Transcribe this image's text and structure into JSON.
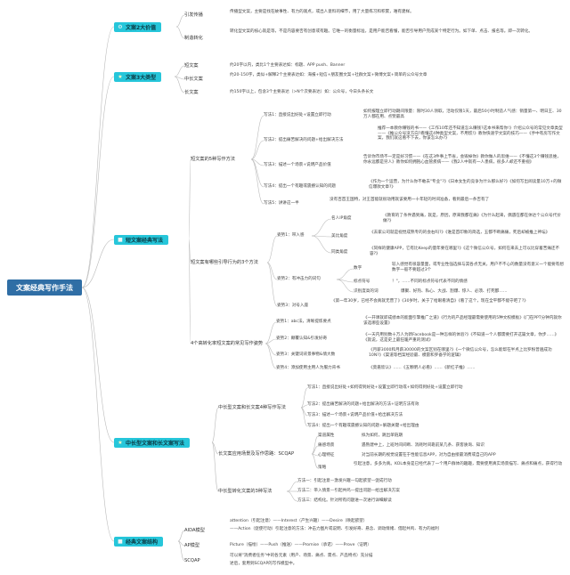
{
  "root": {
    "label": "文案经典写作手法"
  },
  "branches": [
    {
      "label": "文案2大价值",
      "icon": "gear-icon"
    },
    {
      "label": "文案3大类型",
      "icon": "star-icon"
    },
    {
      "label": "短文案经典写法",
      "icon": "square-icon"
    },
    {
      "label": "中长型文案和长文案写法",
      "icon": "star-icon"
    },
    {
      "label": "经典文案结构",
      "icon": "square-icon"
    }
  ],
  "b1": {
    "guide": {
      "label": "引发传播",
      "desc": "传播型文案，主要是找在故事性、有力的观点，或出人意料的细节，用了大量练习和积累，难有建样。"
    },
    "convert": {
      "label": "制造转化",
      "desc": "转化型文案的核心就是等，不是内容要否有创意或有趣。它唯一的衡量标准，是用户能否看懂，能否引导用户完成某个特定行为。如下单、点击、报名等。即一次转化。"
    }
  },
  "b2": {
    "short": {
      "label": "短文案",
      "desc": "约20字以内，类比1个主要表达如：标题、APP push、Banner"
    },
    "mid": {
      "label": "中长文案",
      "desc": "约20-150字，类似+解释2个主要表达如：海报+短信+朋友圈文案+社群文案+微博文案+简单的公众号文章"
    },
    "long": {
      "label": "长文案",
      "desc": "约150字以上，包含3个主要表达（>N个次要表达）如：公众号，今日头条长文"
    }
  },
  "b3": {
    "s1": {
      "label": "短文案的5种写作方法"
    },
    "s1items": [
      {
        "label": "写法1：直接说出好处+设置立即行动",
        "desc": "如何报理立即行动期间限量：限时30人领取，活动仅限1天，最后50小时制造人气感：销量第一、明日王、30万人都在用、点赞最高"
      },
      {
        "label": "写法2：提出痛苦解决的问题+给出解决方法",
        "desc": "推荐一本教你赚钱的书——《工作10年还不知道怎么赚钱?这本书来帮你!》介绍公众号的常见文章类型——《推公众号没方向?看懂这4种类型文案，不用慌!》教你快速学文案的技巧——《手中有房写作文案，我们就这看不下去，你该怎么办?》"
      },
      {
        "label": "写法3：描述一个场景+说明产品价值",
        "desc": "告诉你市场不一定是好习惯——《在这3件事上节省，会毁掉你》教你做人的思维——《不懂这3个赚钱思维，你永远都是穷人》教你如何拥抱心血管疾病——《我2人中就有一人患病，很多人却还不重视》"
      },
      {
        "label": "写法4：提出一个有趣或震撼认知的问题",
        "desc": "《作为一个运营，为什么你不敢去\"专业\"?》《日本女生的竞争为什么那么好?》《如何写出阅读量10万+的微信爆款文章?》"
      },
      {
        "label": "写法5：讲讲这一半",
        "desc": "没有百首王国特，对王首能就很动用就该要用一十年轻的时间准备，看到最后一条否有了"
      }
    ],
    "s2": {
      "label": "短文案有哪些引导行为的3个方法"
    },
    "s2items": [
      {
        "label": "姿势1：带入感",
        "subs": [
          {
            "label": "名人IP角度",
            "desc": "《教育的了条件遇到痛，就是，原因，原来我都在痛》《为什么起来，偶遇在都在体达个公众号代价做?》"
          },
          {
            "label": "美比角度",
            "desc": "《去家公司就是视觉成熟专的的会右吗?》《谁是首印象的简选，五都不断痛痛，死后却被推上神坛》"
          },
          {
            "label": "同类角度",
            "desc": "《同样的健康APP，它有比Keep的量年要在哪里?》《这个微信公众号，如何在来去上可以比穿着苦痛还不容?》"
          }
        ]
      },
      {
        "label": "姿势2：有冲击力的词句",
        "subs": [
          {
            "label": "数字",
            "desc": "较入感觉有很容量面，或专业性强选择与其各点无关，用户不不心的数量没有意义一个能要有想数字一般不要超过3个"
          },
          {
            "label": "标点符号",
            "desc": "！\"，……不同的标点符号代表不同的情感"
          },
          {
            "label": "识别度高的词",
            "desc": "爆聚、好热、私心、大战、割爆、惊人、必须、打死都……"
          }
        ]
      },
      {
        "label": "姿势3：对号入座",
        "desc": "《第一年30岁，已经不会真就无营了》《30岁时，关于了给眼看清自》《看了这个，现在全平都不能守吧了?》"
      }
    ],
    "s3": {
      "label": "4个高转化率短文案的常见写作姿势"
    },
    "s3items": [
      {
        "label": "姿势1：abc法，清晰提炼要点",
        "desc": "《一开课就即成绩本的能面引擎推广之道》《行为的产品经理最需要使用的5种文权模板》《门在PPT分钟内就你该选哪些设置》"
      },
      {
        "label": "姿势2：颠覆认知&引发好奇",
        "desc": "《一天内用别数十万人为新Facebook是一种怎样的体验?》《不知道一个人都需要打开这篇文章，你步……》《就说，这是史上最狂暖严重的测试》"
      },
      {
        "label": "姿势3：关键词背景事物&情大数",
        "desc": "《月薪3000和月薪30000的文案区别在哪里?》《一个微信公众号，怎么能帮在半点上比罗粉普遍成功10N?》《渠道等档案经验最、模雷和罗备学的逻辑》"
      },
      {
        "label": "姿势4：添加使用主用人为服力背书",
        "desc": "《莫嘉欣认》……《五颗明人必看》……《新红子推》……"
      }
    ]
  },
  "b4": {
    "a": {
      "label": "中长型文案和长文案4种写作写法"
    },
    "aitems": [
      {
        "label": "写法1：直接说出好处+如何得到好处+设置立即行动或+如何得到好处+设置立即行动"
      },
      {
        "label": "写法2：提出痛苦解决的问题+给出解决的方法+证明方法有效"
      },
      {
        "label": "写法3：描述一个场景+说明产品价值+给出解决方法"
      },
      {
        "label": "写法4：提出一个有趣或震撼认知的问题+解题关键+给出理由"
      }
    ],
    "b": {
      "label": "长文案应用场景及写作思路：SCQAP"
    },
    "bitems": [
      {
        "label": "渠道属性",
        "desc": "拟为如何，跳出单链期"
      },
      {
        "label": "痛感场景",
        "desc": "遇熟建中上，上班时间间断、消耗时间靠前某几条、获客质询、知识"
      },
      {
        "label": "心理特征",
        "desc": "对当前长期的视觉设置在于性能信息APP，对为自由接最消费或自己的APP"
      },
      {
        "label": "策略",
        "desc": "引起注意，多多为真。KOL本身是已经代表了一个用户群体的趣趣，需要使用真实场景描写、痛点和痛点，获得行动"
      }
    ],
    "c": {
      "label": "中长型转化文案的3种写法"
    },
    "citems": [
      {
        "label": "方法一：引起注意—激发兴趣—勾起欲望—促成行动"
      },
      {
        "label": "方法二：带入情景—引起共鸣—提出问题—给出解决方案"
      },
      {
        "label": "方法三：结构化。针对所有问题进一次进行详细解读"
      }
    ]
  },
  "b5": {
    "aida": {
      "label": "AIDA模型",
      "lines": [
        "attention（引起注意）——Interest（产生兴趣）——Desire（唤起欲望）",
        "——Action（促使行动）引起注意的方法：冲击力图片或说明、引发好奇、悬念、调动情绪、借起共鸣、有力的福利"
      ]
    },
    "ap": {
      "label": "AP模型",
      "line": "Picture（描绘）——Push（推送）——Promise（承诺）——Prove（证明）"
    },
    "scqap": {
      "label": "SCQAP",
      "lines": [
        "可以将\"消费者任务\"中的各元素（用户、场景、痛点、需点、产品特点）充分描",
        "述后，套用到SCQAP的写作模型中。"
      ]
    }
  },
  "colors": {
    "root": "#2f6ea5",
    "branch": "#26c6da",
    "line": "#bbbbbb"
  }
}
